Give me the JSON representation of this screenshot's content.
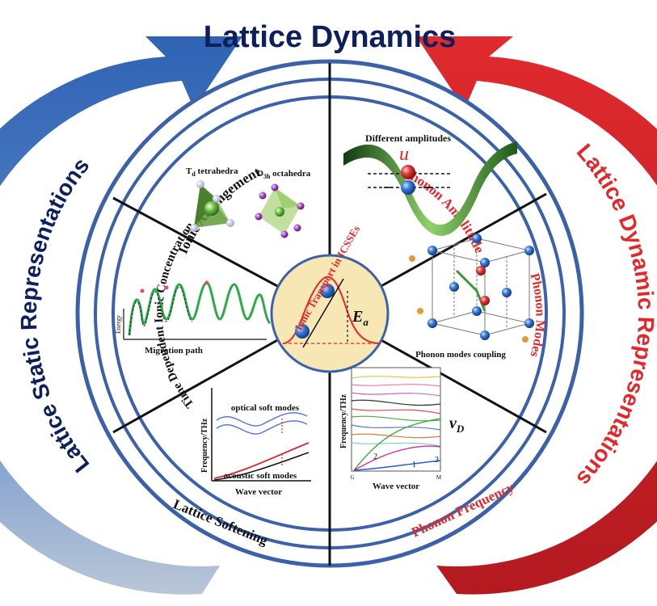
{
  "title": "Lattice Dynamics",
  "left_arc_label": "Lattice Static Representations",
  "right_arc_label": "Lattice Dynamic Representations",
  "colors": {
    "navy": "#0d1f5c",
    "blue_arrow": "#3a6fb7",
    "red_arrow": "#d9262b",
    "ring": "#3b62a8",
    "center_fill": "#f6e7b4",
    "red_text": "#e5262a"
  },
  "center": {
    "label": "Ionic Transport in ICSSEs",
    "symbol_main": "E",
    "symbol_sub": "a"
  },
  "sectors": {
    "ionic_arrangement": {
      "label": "Ionic Arrangement",
      "td_main": "T",
      "td_sub": "d",
      "td_rest": " tetrahedra",
      "d3h_main": "D",
      "d3h_sub": "3h",
      "d3h_rest": " octahedra"
    },
    "phonon_amplitude": {
      "label": "Phonon Amplitude",
      "caption": "Different amplitudes",
      "symbol": "u"
    },
    "phonon_modes": {
      "label": "Phonon Modes",
      "caption": "Phonon modes coupling"
    },
    "phonon_frequency": {
      "label": "Phonon Frequency",
      "ylabel": "Frequency/THz",
      "xlabel": "Wave vector",
      "vd_main": "v",
      "vd_sub": "D",
      "tick_g": "G",
      "tick_m": "M",
      "num1": "1",
      "num2": "2",
      "num3": "3"
    },
    "lattice_softening": {
      "label": "Lattice Softening",
      "ylabel": "Frequency/THz",
      "xlabel": "Wave vector",
      "optical": "optical soft modes",
      "acoustic": "acoustic soft modes"
    },
    "time_dependent": {
      "label": "Time Dependent Ionic Concentration",
      "ylabel": "Energy",
      "xlabel": "Migration path"
    }
  }
}
